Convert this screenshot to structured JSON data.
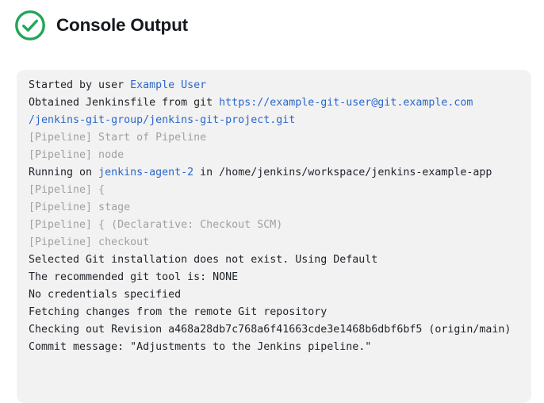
{
  "header": {
    "title": "Console Output",
    "status_icon": "check-circle",
    "status": "success"
  },
  "colors": {
    "console_bg": "#f2f2f2",
    "link": "#2b67cb",
    "muted": "#9fa1a6",
    "text": "#20242b",
    "title": "#15191e",
    "green": "#23a55a"
  },
  "console": {
    "lines": [
      {
        "segments": [
          {
            "text": "Started by user ",
            "style": "plain"
          },
          {
            "text": "Example User",
            "style": "link"
          }
        ]
      },
      {
        "segments": [
          {
            "text": "Obtained Jenkinsfile from git ",
            "style": "plain"
          },
          {
            "text": "https://example-git-user@git.example.com",
            "style": "link"
          }
        ]
      },
      {
        "segments": [
          {
            "text": "/jenkins-git-group/jenkins-git-project.git",
            "style": "link"
          }
        ]
      },
      {
        "segments": [
          {
            "text": "[Pipeline] Start of Pipeline",
            "style": "muted"
          }
        ]
      },
      {
        "segments": [
          {
            "text": "[Pipeline] node",
            "style": "muted"
          }
        ]
      },
      {
        "segments": [
          {
            "text": "Running on ",
            "style": "plain"
          },
          {
            "text": "jenkins-agent-2",
            "style": "link"
          },
          {
            "text": " in /home/jenkins/workspace/jenkins-example-app",
            "style": "plain"
          }
        ]
      },
      {
        "segments": [
          {
            "text": "[Pipeline] {",
            "style": "muted"
          }
        ]
      },
      {
        "segments": [
          {
            "text": "[Pipeline] stage",
            "style": "muted"
          }
        ]
      },
      {
        "segments": [
          {
            "text": "[Pipeline] { (Declarative: Checkout SCM)",
            "style": "muted"
          }
        ]
      },
      {
        "segments": [
          {
            "text": "[Pipeline] checkout",
            "style": "muted"
          }
        ]
      },
      {
        "segments": [
          {
            "text": "Selected Git installation does not exist. Using Default",
            "style": "plain"
          }
        ]
      },
      {
        "segments": [
          {
            "text": "The recommended git tool is: NONE",
            "style": "plain"
          }
        ]
      },
      {
        "segments": [
          {
            "text": "No credentials specified",
            "style": "plain"
          }
        ]
      },
      {
        "segments": [
          {
            "text": "Fetching changes from the remote Git repository",
            "style": "plain"
          }
        ]
      },
      {
        "segments": [
          {
            "text": "Checking out Revision a468a28db7c768a6f41663cde3e1468b6dbf6bf5 (origin/main)",
            "style": "plain"
          }
        ]
      },
      {
        "segments": [
          {
            "text": "Commit message: \"Adjustments to the Jenkins pipeline.\"",
            "style": "plain"
          }
        ]
      }
    ]
  }
}
